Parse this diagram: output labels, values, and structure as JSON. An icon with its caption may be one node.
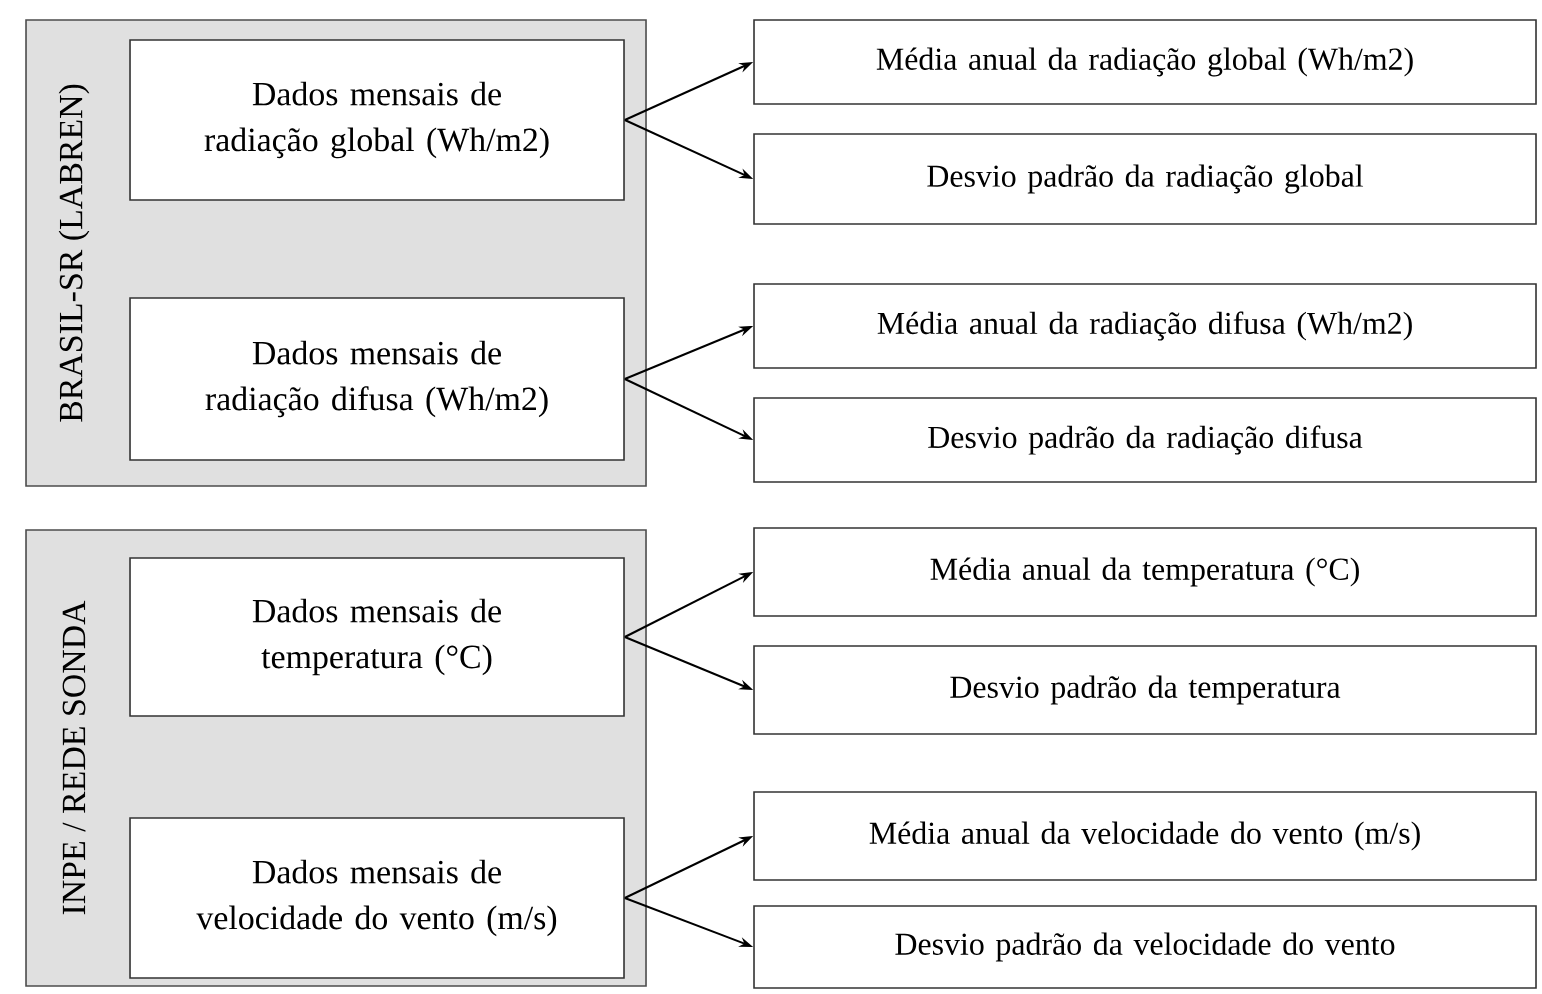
{
  "diagram": {
    "nodes": [
      {
        "text": [
          "BRASIL-SR (LABREN)"
        ]
      },
      {
        "text": [
          "Dados mensais de radiação global (Wh/m2)"
        ],
        "in": 0
      },
      {
        "text": [
          "Dados mensais de radiação difusa (Wh/m2)"
        ],
        "in": 0
      },
      {
        "text": [
          "INPE / REDE SONDA"
        ]
      },
      {
        "text": [
          "Dados mensais de temperatura (°C)"
        ],
        "in": 3
      },
      {
        "text": [
          "Dados mensais de velocidade do vento (m/s)"
        ],
        "in": 3
      },
      {
        "text": [
          "Média anual da radiação global (Wh/m2)"
        ]
      },
      {
        "text": [
          "Desvio padrão da radiação global"
        ]
      },
      {
        "text": [
          "Média anual da radiação difusa (Wh/m2)"
        ]
      },
      {
        "text": [
          "Desvio padrão da radiação difusa"
        ]
      },
      {
        "text": [
          "Média anual da temperatura (°C)"
        ]
      },
      {
        "text": [
          "Desvio padrão da temperatura"
        ]
      },
      {
        "text": [
          "Média anual da velocidade do vento (m/s)"
        ]
      },
      {
        "text": [
          "Desvio padrão da velocidade do vento"
        ]
      }
    ],
    "edges": [
      {
        "from": 1,
        "to": 6,
        "arrow": "to"
      },
      {
        "from": 1,
        "to": 7,
        "arrow": "to"
      },
      {
        "from": 2,
        "to": 8,
        "arrow": "to"
      },
      {
        "from": 2,
        "to": 9,
        "arrow": "to"
      },
      {
        "from": 4,
        "to": 10,
        "arrow": "to"
      },
      {
        "from": 4,
        "to": 11,
        "arrow": "to"
      },
      {
        "from": 5,
        "to": 12,
        "arrow": "to"
      },
      {
        "from": 5,
        "to": 13,
        "arrow": "to"
      }
    ]
  }
}
